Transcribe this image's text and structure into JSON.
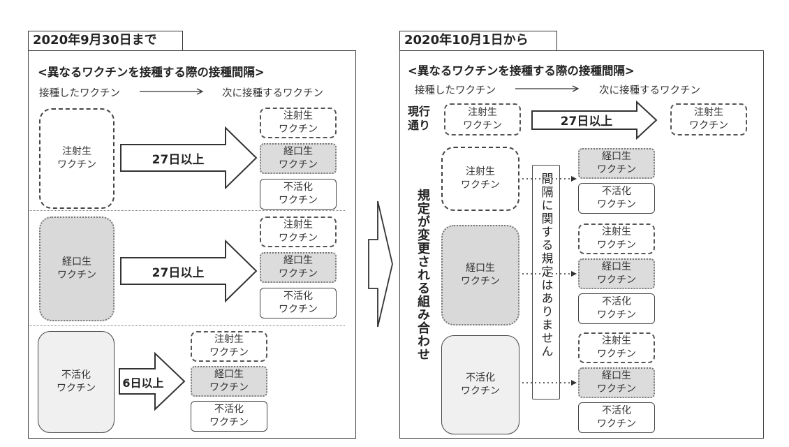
{
  "left": {
    "header": "2020年9月30日まで",
    "subtitle": "<異なるワクチンを接種する際の接種間隔>",
    "from_label": "接種したワクチン",
    "to_label": "次に接種するワクチン",
    "groups": [
      {
        "source": "注射生\nワクチン",
        "interval": "27日以上",
        "targets": [
          "注射生\nワクチン",
          "経口生\nワクチン",
          "不活化\nワクチン"
        ]
      },
      {
        "source": "経口生\nワクチン",
        "interval": "27日以上",
        "targets": [
          "注射生\nワクチン",
          "経口生\nワクチン",
          "不活化\nワクチン"
        ]
      },
      {
        "source": "不活化\nワクチン",
        "interval": "6日以上",
        "targets": [
          "注射生\nワクチン",
          "経口生\nワクチン",
          "不活化\nワクチン"
        ]
      }
    ]
  },
  "right": {
    "header": "2020年10月1日から",
    "subtitle": "<異なるワクチンを接種する際の接種間隔>",
    "from_label": "接種したワクチン",
    "to_label": "次に接種するワクチン",
    "current_label": "現行\n通り",
    "current_source": "注射生\nワクチン",
    "current_interval": "27日以上",
    "current_target": "注射生\nワクチン",
    "changed_label": "規定が変更される組み合わせ",
    "no_rule_label": "間隔に関する規定はありません",
    "groups": [
      {
        "source": "注射生\nワクチン",
        "targets": [
          "経口生\nワクチン",
          "不活化\nワクチン"
        ]
      },
      {
        "source": "経口生\nワクチン",
        "targets": [
          "注射生\nワクチン",
          "経口生\nワクチン",
          "不活化\nワクチン"
        ]
      },
      {
        "source": "不活化\nワクチン",
        "targets": [
          "注射生\nワクチン",
          "経口生\nワクチン",
          "不活化\nワクチン"
        ]
      }
    ]
  }
}
